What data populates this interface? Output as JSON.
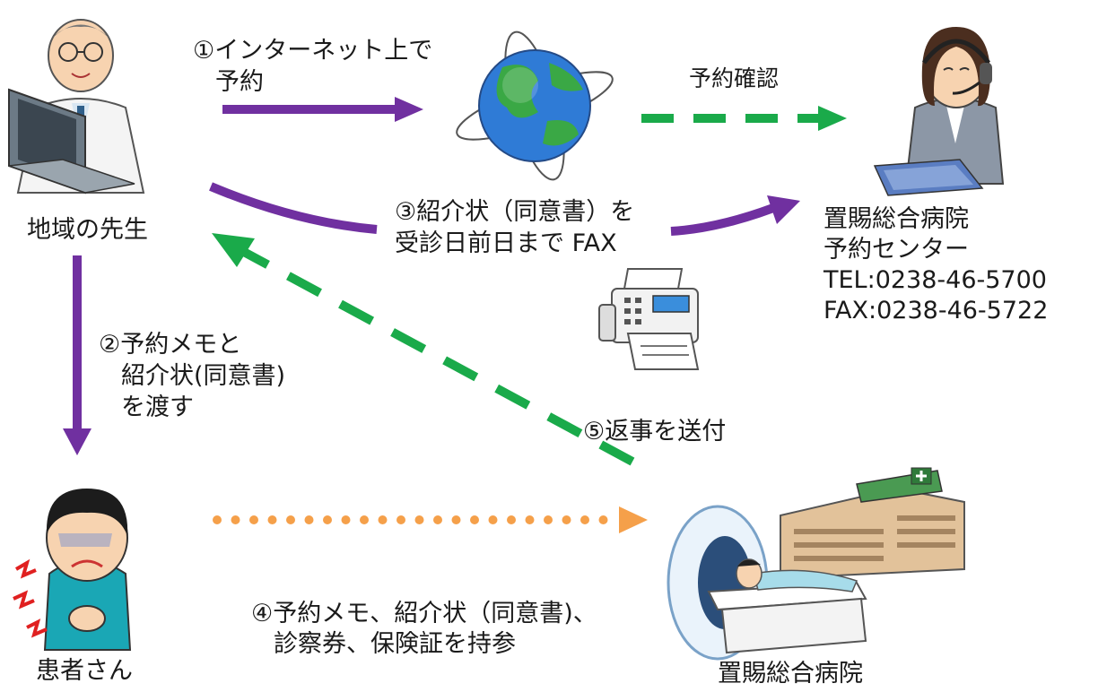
{
  "nodes": {
    "doctor_label": "地域の先生",
    "patient_label": "患者さん",
    "hospital_label": "置賜総合病院",
    "center": {
      "name": "置賜総合病院",
      "unit": "予約センター",
      "tel": "TEL:0238-46-5700",
      "fax": "FAX:0238-46-5722"
    }
  },
  "steps": {
    "step1_line1": "①インターネット上で",
    "step1_line2": "予約",
    "confirm": "予約確認",
    "step2_line1": "②予約メモと",
    "step2_line2": "紹介状(同意書)",
    "step2_line3": "を渡す",
    "step3_line1": "③紹介状（同意書）を",
    "step3_line2": "受診日前日まで FAX",
    "step4_line1": "④予約メモ、紹介状（同意書)、",
    "step4_line2": "診察券、保険証を持参",
    "step5": "⑤返事を送付"
  },
  "colors": {
    "purple_arrow": "#7030a0",
    "green_dash": "#1aaa4a",
    "orange_dot": "#f5a04a"
  }
}
